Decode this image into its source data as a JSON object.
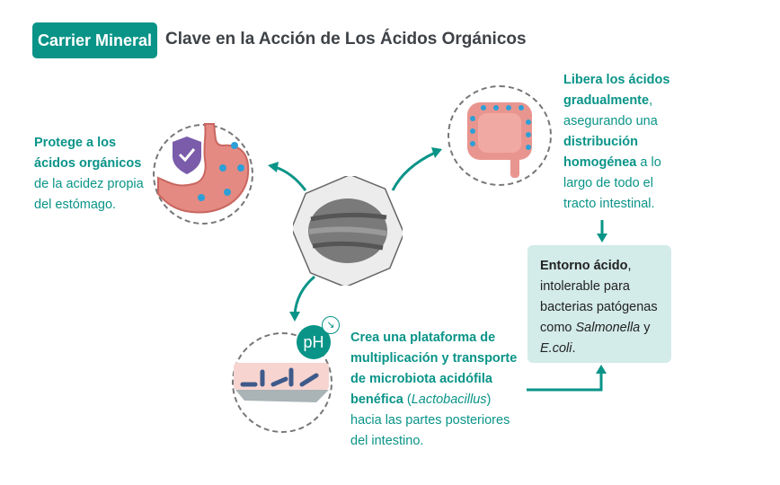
{
  "header": {
    "badge": "Carrier Mineral",
    "title": "Clave en la Acción de Los Ácidos Orgánicos"
  },
  "colors": {
    "teal": "#0a9488",
    "box_bg": "#d3ebe9"
  },
  "stomach": {
    "line1": "Protege a los",
    "line2": "ácidos orgánicos",
    "line3": "de la acidez propia",
    "line4": "del estómago."
  },
  "intestine": {
    "l1": "Libera los ácidos",
    "l2": "gradualmente",
    "l2b": ",",
    "l3": "asegurando una",
    "l4": "distribución",
    "l5a": "homogénea",
    "l5b": " a lo",
    "l6": "largo de todo el",
    "l7": "tracto intestinal."
  },
  "box": {
    "b": "Entorno ácido",
    "c": ",",
    "l2": "intolerable para",
    "l3": "bacterias patógenas",
    "l4a": "como ",
    "l4b": "Salmonella",
    "l4c": " y",
    "l5": "E.coli",
    "l5b": "."
  },
  "micro": {
    "l1": "Crea una plataforma de",
    "l2": "multiplicación y transporte",
    "l3": "de microbiota acidófila",
    "l4a": "benéfica",
    "l4b": " (",
    "l4c": "Lactobacillus",
    "l4d": ")",
    "l5": "hacia las partes posteriores",
    "l6": "del intestino."
  },
  "ph_label": "pH"
}
